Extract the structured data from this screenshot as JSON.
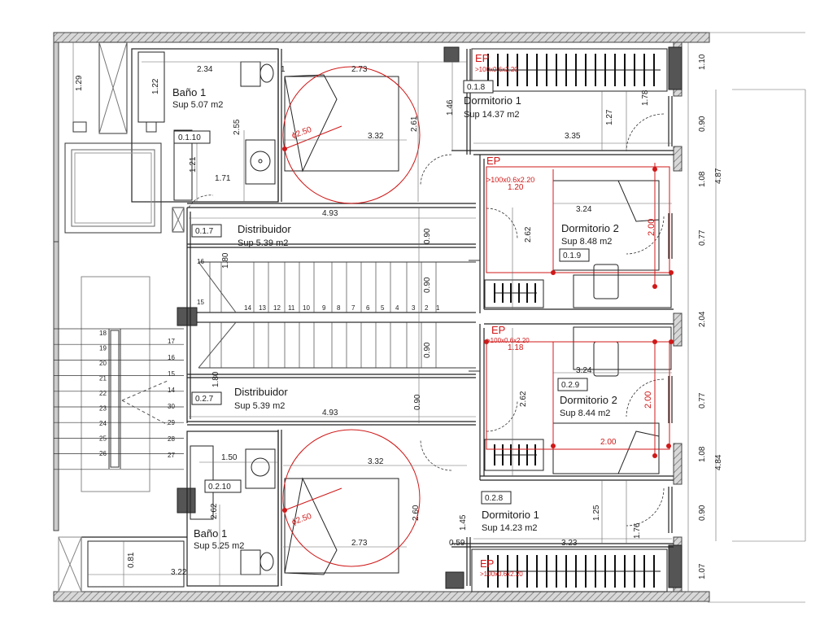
{
  "colors": {
    "wall": "#666666",
    "hatch": "#9a9a9a",
    "line": "#222222",
    "red": "#d01818",
    "thin": "#888888"
  },
  "rooms": {
    "bano_top": {
      "name": "Baño 1",
      "area": "Sup 5.07  m2",
      "code": "0.1.10"
    },
    "dorm1_top": {
      "name": "Dormitorio 1",
      "area": "Sup 14.37  m2",
      "code": "0.1.8"
    },
    "distrib_top": {
      "name": "Distribuidor",
      "area": "Sup 5.39  m2",
      "code": "0.1.7"
    },
    "dorm2_top": {
      "name": "Dormitorio 2",
      "area": "Sup 8.48 m2",
      "code": "0.1.9"
    },
    "distrib_bot": {
      "name": "Distribuidor",
      "area": "Sup 5.39  m2",
      "code": "0.2.7"
    },
    "dorm2_bot": {
      "name": "Dormitorio 2",
      "area": "Sup 8.44 m2",
      "code": "0.2.9"
    },
    "bano_bot": {
      "name": "Baño 1",
      "area": "Sup 5.25  m2",
      "code": "0.2.10"
    },
    "dorm1_bot": {
      "name": "Dormitorio 1",
      "area": "Sup 14.23  m2",
      "code": "0.2.8"
    }
  },
  "ep": {
    "label": "EP",
    "spec": ">100x0.6x2.20"
  },
  "dims": {
    "d129": "1.29",
    "d122": "1.22",
    "d234": "2.34",
    "d255": "2.55",
    "d121": "1.21",
    "d171": "1.71",
    "d11": "1",
    "d273a": "2.73",
    "d332a": "3.32",
    "d261": "2.61",
    "phi": "ϕ2.50",
    "d146": "1.46",
    "d127": "1.27",
    "d178": "1.78",
    "d335": "3.35",
    "d110": "1.10",
    "d090a": "0.90",
    "d108a": "1.08",
    "d487": "4.87",
    "d120": "1.20",
    "d324a": "3.24",
    "d262a": "2.62",
    "d200a": "2.00",
    "d077a": "0.77",
    "d493a": "4.93",
    "d090b": "0.90",
    "d180a": "1.80",
    "d090c": "0.90",
    "d204": "2.04",
    "d118": "1.18",
    "d090d": "0.90",
    "d324b": "3.24",
    "d180b": "1.80",
    "d262b": "2.62",
    "d200b": "2.00",
    "d077b": "0.77",
    "d493b": "4.93",
    "d090e": "0.90",
    "d200c": "2.00",
    "d108b": "1.08",
    "d484": "4.84",
    "d150": "1.50",
    "d332b": "3.32",
    "d262c": "2.62",
    "d260": "2.60",
    "d145": "1.45",
    "d125": "1.25",
    "d176": "1.76",
    "d090f": "0.90",
    "d273b": "2.73",
    "d059": "0.59",
    "d323": "3.23",
    "d081": "0.81",
    "d322": "3.22",
    "d107": "1.07"
  },
  "stairs_top": [
    "16",
    "15",
    "14",
    "13",
    "12",
    "11",
    "10",
    "9",
    "8",
    "7",
    "6",
    "5",
    "4",
    "3",
    "2",
    "1"
  ],
  "stairs_left": [
    "18",
    "19",
    "20",
    "21",
    "22",
    "23",
    "24",
    "25",
    "26"
  ],
  "stairs_right": [
    "17",
    "16",
    "15",
    "14",
    "30",
    "29",
    "28",
    "27"
  ]
}
